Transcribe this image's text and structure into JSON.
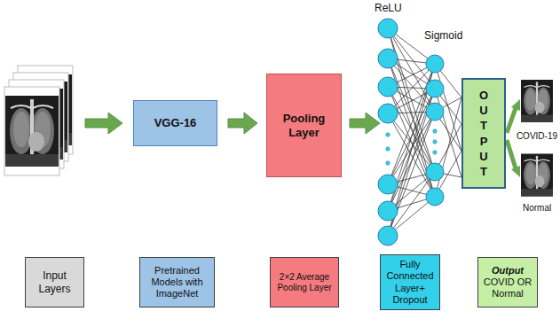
{
  "diagram": {
    "nodes": [
      {
        "text": [
          "VGG-16"
        ]
      },
      {
        "text": [
          "Pooling Layer"
        ]
      },
      {
        "text": [
          "OUTPUT"
        ]
      },
      {
        "text": [
          "Input Layers"
        ]
      },
      {
        "text": [
          "Pretrained Models with ImageNet"
        ]
      },
      {
        "text": [
          "2×2 Average Pooling Layer"
        ]
      },
      {
        "text": [
          "Fully Connected Layer+ Dropout"
        ]
      },
      {
        "text": [
          "Output",
          "COVID OR Normal"
        ]
      }
    ],
    "edges": [
      {
        "from": 0,
        "to": 1,
        "arrow": "to"
      }
    ],
    "labels": [
      "ReLU",
      "Sigmoid",
      "COVID-19",
      "Normal"
    ]
  }
}
